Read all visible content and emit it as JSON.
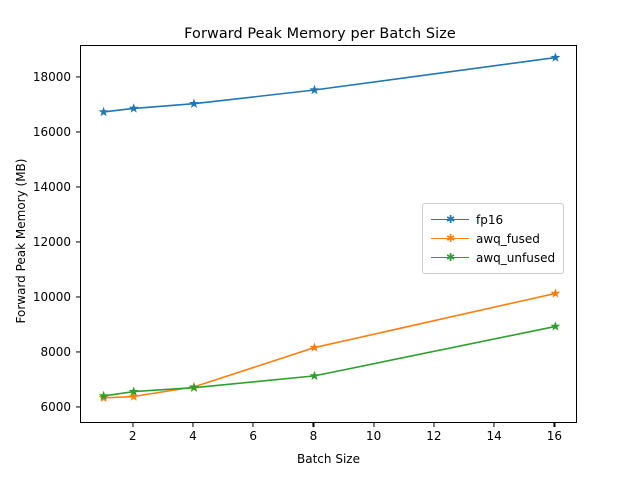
{
  "chart_data": {
    "type": "line",
    "title": "Forward Peak Memory per Batch Size",
    "xlabel": "Batch Size",
    "ylabel": "Forward Peak Memory (MB)",
    "x": [
      1,
      2,
      4,
      8,
      16
    ],
    "xlim": [
      0.25,
      16.75
    ],
    "ylim": [
      5400,
      19150
    ],
    "xticks": [
      2,
      4,
      6,
      8,
      10,
      12,
      14,
      16
    ],
    "xtick_labels": [
      "2",
      "4",
      "6",
      "8",
      "10",
      "12",
      "14",
      "16"
    ],
    "yticks": [
      6000,
      8000,
      10000,
      12000,
      14000,
      16000,
      18000
    ],
    "ytick_labels": [
      "6000",
      "8000",
      "10000",
      "12000",
      "14000",
      "16000",
      "18000"
    ],
    "grid": false,
    "legend_position": "center right",
    "marker": "star",
    "series": [
      {
        "name": "fp16",
        "color": "#1f77b4",
        "values": [
          16750,
          16880,
          17050,
          17550,
          18730
        ]
      },
      {
        "name": "awq_fused",
        "color": "#ff7f0e",
        "values": [
          6350,
          6400,
          6750,
          8180,
          10150
        ]
      },
      {
        "name": "awq_unfused",
        "color": "#2ca02c",
        "values": [
          6420,
          6580,
          6720,
          7150,
          8950
        ]
      }
    ]
  },
  "legend": {
    "items": [
      {
        "label": "fp16"
      },
      {
        "label": "awq_fused"
      },
      {
        "label": "awq_unfused"
      }
    ]
  }
}
